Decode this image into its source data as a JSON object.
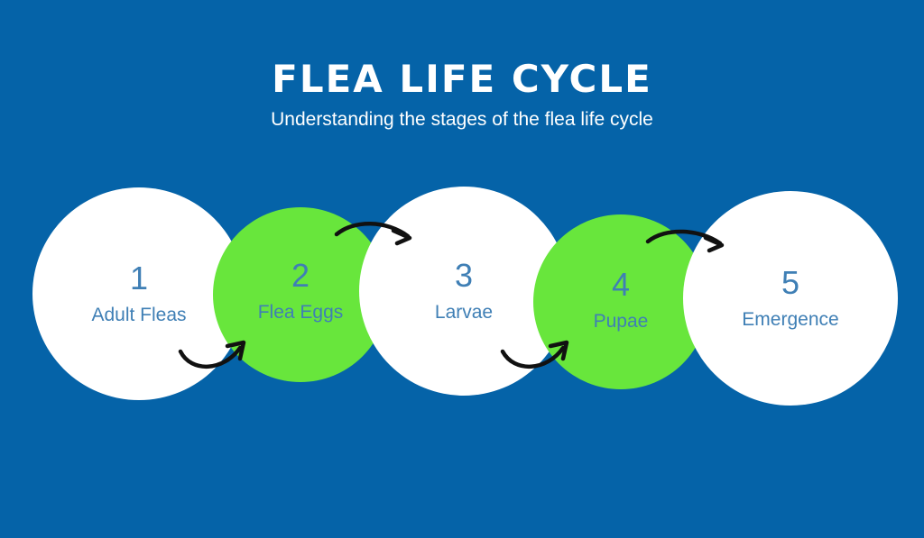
{
  "header": {
    "title": "FLEA LIFE CYCLE",
    "subtitle": "Understanding the stages of the flea life cycle"
  },
  "stages": [
    {
      "number": "1",
      "label": "Adult Fleas",
      "color": "#ffffff"
    },
    {
      "number": "2",
      "label": "Flea Eggs",
      "color": "#68e63c"
    },
    {
      "number": "3",
      "label": "Larvae",
      "color": "#ffffff"
    },
    {
      "number": "4",
      "label": "Pupae",
      "color": "#68e63c"
    },
    {
      "number": "5",
      "label": "Emergence",
      "color": "#ffffff"
    }
  ],
  "colors": {
    "background": "#0563a8",
    "text_blue": "#3f7fb5",
    "green": "#68e63c",
    "arrow": "#111111"
  },
  "icons": [
    "curved-arrow-icon"
  ]
}
